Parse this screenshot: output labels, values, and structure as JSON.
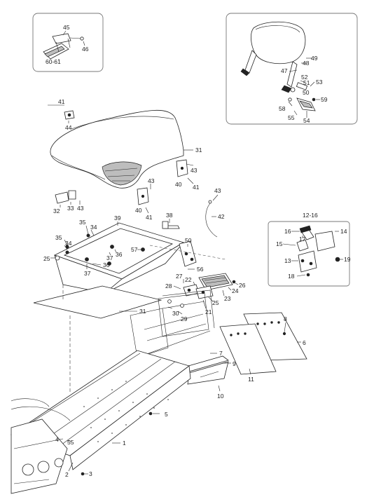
{
  "callouts": {
    "c45": "45",
    "c46": "46",
    "c6061": "60-61",
    "c49": "49",
    "c48": "48",
    "c47": "47",
    "c52": "52",
    "c51": "51",
    "c53": "53",
    "c50b": "50",
    "c59": "59",
    "c58": "58",
    "c55": "55",
    "c54": "54",
    "c41a": "41",
    "c44": "44",
    "c31a": "31",
    "c43a": "43",
    "c40a": "40",
    "c41b": "41",
    "c43b": "43",
    "c40b": "40",
    "c41c": "41",
    "c43c": "43",
    "c42": "42",
    "c32": "32",
    "c33": "33",
    "c43d": "43",
    "c39": "39",
    "c38": "38",
    "c1216": "12-16",
    "c16": "16",
    "c14": "14",
    "c17": "17",
    "c15": "15",
    "c13": "13",
    "c19": "19",
    "c18": "18",
    "c35a": "35",
    "c34a": "34",
    "c35b": "35",
    "c34b": "34",
    "c25a": "25",
    "c37a": "37",
    "c36a": "36",
    "c37b": "37",
    "c36b": "36",
    "c57": "57",
    "c50": "50",
    "c56": "56",
    "c27": "27",
    "c22": "22",
    "c28": "28",
    "c26": "26",
    "c24": "24",
    "c23": "23",
    "c25b": "25",
    "c21": "21",
    "c31b": "31",
    "c30": "30",
    "c29": "29",
    "c8": "8",
    "c6": "6",
    "c7": "7",
    "c9": "9",
    "c11": "11",
    "c10": "10",
    "c5": "5",
    "c1": "1",
    "c4": "4",
    "c55b": "55",
    "c2": "2",
    "c3": "3"
  }
}
